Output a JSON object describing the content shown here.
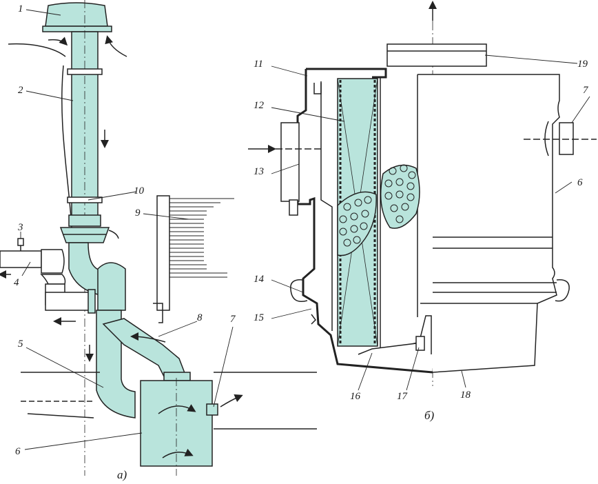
{
  "colors": {
    "fill": "#b9e4dc",
    "fill_dark": "#9fd6cc",
    "line": "#222222",
    "bg": "#ffffff"
  },
  "captions": {
    "a": "а)",
    "b": "б)"
  },
  "labels": [
    "1",
    "2",
    "3",
    "4",
    "5",
    "6",
    "7",
    "8",
    "9",
    "10",
    "11",
    "12",
    "13",
    "14",
    "15",
    "16",
    "17",
    "18",
    "19",
    "6",
    "7"
  ]
}
